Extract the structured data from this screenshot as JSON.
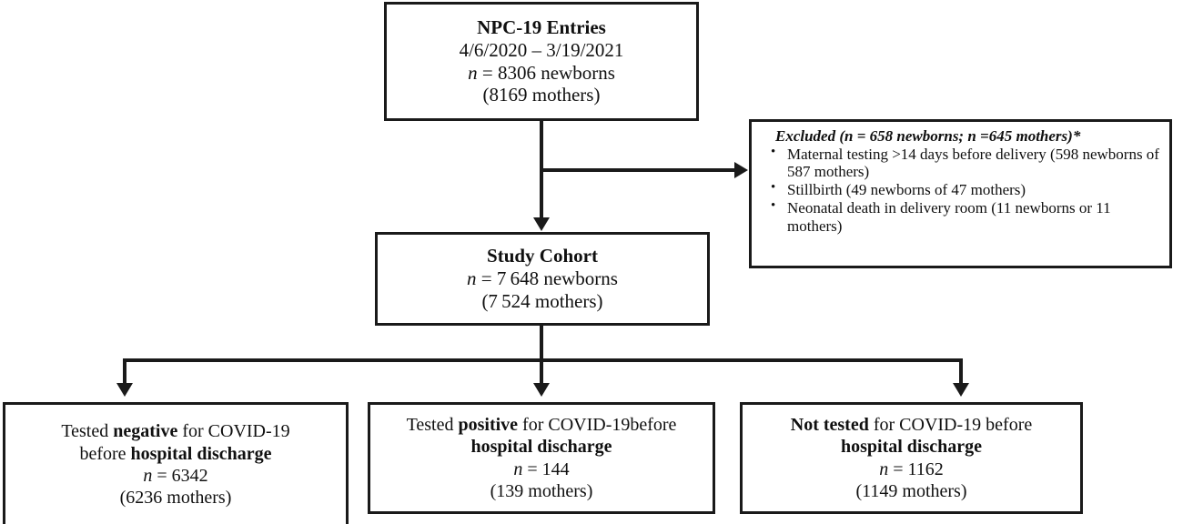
{
  "diagram": {
    "title": "NPC-19 study cohort flow diagram",
    "line_color": "#1a1a1a",
    "background": "#ffffff"
  },
  "entries_box": {
    "title": "NPC-19 Entries",
    "date_range": "4/6/2020 – 3/19/2021",
    "n_label": "n",
    "n_newborns": "= 8306 newborns",
    "mothers": "(8169 mothers)"
  },
  "excluded_box": {
    "heading": "Excluded (n = 658 newborns; n =645 mothers)*",
    "items": [
      "Maternal testing >14 days before delivery (598 newborns of 587 mothers)",
      "Stillbirth (49 newborns of 47 mothers)",
      "Neonatal death in delivery room (11 newborns or 11 mothers)"
    ]
  },
  "cohort_box": {
    "title": "Study Cohort",
    "n_label": "n",
    "n_newborns": "= 7 648 newborns",
    "mothers": "(7 524 mothers)"
  },
  "outcomes": [
    {
      "name": "tested-negative",
      "line1_pre": "Tested ",
      "line1_bold": "negative",
      "line1_post": " for COVID-19",
      "line2_pre": "before ",
      "line2_bold": "hospital discharge",
      "line2_post": "",
      "n_label": "n",
      "n_value": "= 6342",
      "mothers": "(6236 mothers)"
    },
    {
      "name": "tested-positive",
      "line1_pre": "Tested ",
      "line1_bold": "positive",
      "line1_post": " for COVID-19",
      "line1_tail": "before",
      "line2_pre": "",
      "line2_bold": "hospital discharge",
      "line2_post": "",
      "n_label": "n",
      "n_value": "= 144",
      "mothers": "(139 mothers)"
    },
    {
      "name": "not-tested",
      "line1_pre": "",
      "line1_bold": "Not tested",
      "line1_post": " for COVID-19 before",
      "line2_pre": "",
      "line2_bold": "hospital discharge",
      "line2_post": "",
      "n_label": "n",
      "n_value": "= 1162",
      "mothers": "(1149 mothers)"
    }
  ]
}
